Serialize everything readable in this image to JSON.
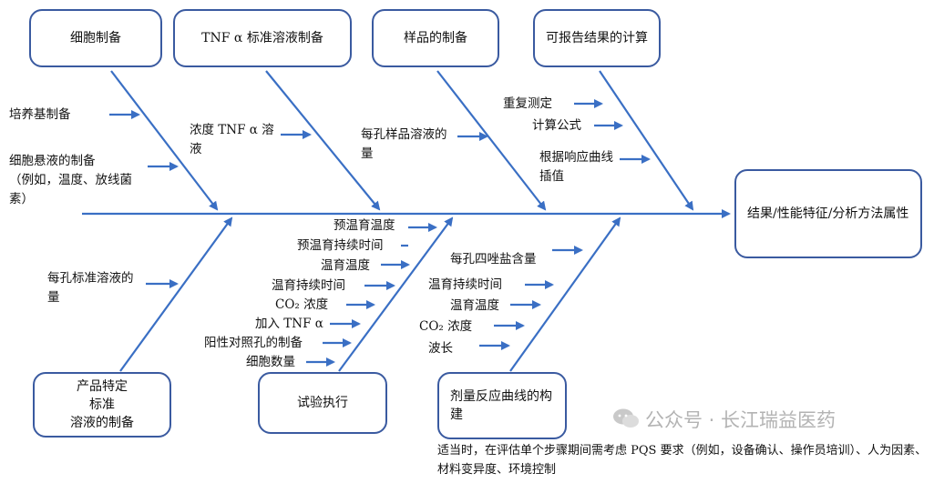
{
  "categories": {
    "cell_prep": "细胞制备",
    "tnf_std": "TNF α 标准溶液制备",
    "sample_prep": "样品的制备",
    "calc": "可报告结果的计算",
    "result": "结果/性能特征/分析方法属性",
    "product_std": "产品特定\n标准\n溶液的制备",
    "execution": "试验执行",
    "dose_curve": "剂量反应曲线的构建"
  },
  "factors": {
    "medium": "培养基制备",
    "suspension": "细胞悬液的制备\n（例如，温度、放线菌素）",
    "tnf_conc": "浓度 TNF α 溶液",
    "sample_vol": "每孔样品溶液的量",
    "repeat": "重复测定",
    "formula": "计算公式",
    "interp": "根据响应曲线插值",
    "std_vol": "每孔标准溶液的量",
    "pre_temp": "预温育温度",
    "pre_time": "预温育持续时间",
    "inc_temp": "温育温度",
    "inc_time": "温育持续时间",
    "co2": "CO₂ 浓度",
    "add_tnf": "加入 TNF α",
    "pos_ctrl": "阳性对照孔的制备",
    "cell_count": "细胞数量",
    "tetrazolium": "每孔四唑盐含量",
    "inc_time2": "温育持续时间",
    "inc_temp2": "温育温度",
    "co2_2": "CO₂ 浓度",
    "wavelength": "波长"
  },
  "note": "适当时，在评估单个步骤期间需考虑 PQS 要求（例如，设备确认、操作员培训）、人为因素、材料变异度、环境控制",
  "watermark": "公众号 · 长江瑞益医药",
  "colors": {
    "line": "#3a6fc4",
    "box_border": "#3a5aa0"
  }
}
